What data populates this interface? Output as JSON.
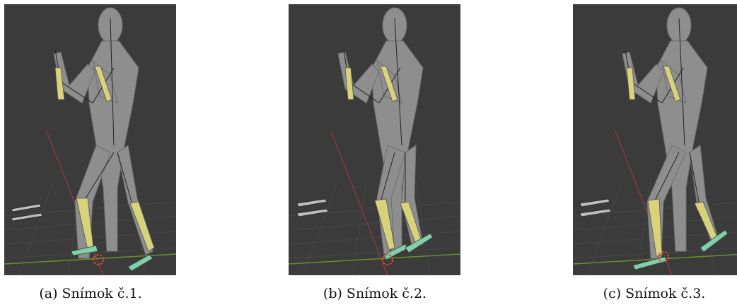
{
  "figures": [
    {
      "caption": "(a) Snímok č.1."
    },
    {
      "caption": "(b) Snímok č.2."
    },
    {
      "caption": "(c) Snímok č.3."
    }
  ],
  "colors": {
    "viewport_bg": "#3b3b3b",
    "grid": "#474747",
    "x_axis": "#8a3a40",
    "y_axis": "#6b8f2a",
    "body_mesh": "#8e8e8e",
    "bone_selected": "#d8d37a",
    "bone_foot": "#7fd1a9",
    "cursor_ring": "#e0473b"
  }
}
